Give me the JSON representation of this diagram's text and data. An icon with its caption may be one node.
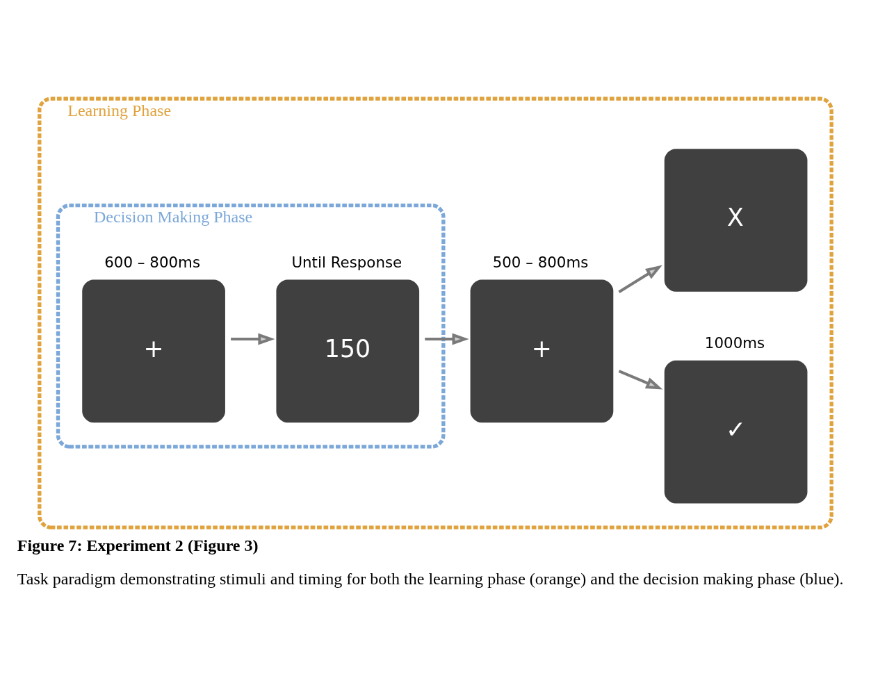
{
  "diagram": {
    "title": "Figure 7: Experiment 2 (Figure 3)",
    "caption": "Task paradigm demonstrating stimuli and timing for both the learning phase (orange) and the decision making phase (blue).",
    "nodes": [
      {
        "text": [
          "Learning Phase"
        ]
      },
      {
        "text": [
          "Decision Making Phase"
        ],
        "in": 0
      },
      {
        "text": [
          "+"
        ],
        "beside": [
          "600 – 800ms"
        ],
        "in": 1
      },
      {
        "text": [
          "150"
        ],
        "beside": [
          "Until Response"
        ],
        "in": 1
      },
      {
        "text": [
          "+"
        ],
        "beside": [
          "500 – 800ms"
        ],
        "in": 0
      },
      {
        "text": [
          "✓"
        ],
        "beside": [
          "1000ms"
        ],
        "in": 0
      },
      {
        "text": [
          "X"
        ],
        "in": 0
      }
    ],
    "edges": [
      {
        "from": 2,
        "to": 3,
        "arrow": "to"
      },
      {
        "from": 3,
        "to": 4,
        "arrow": "to"
      },
      {
        "from": 4,
        "to": 5,
        "arrow": "to"
      },
      {
        "from": 4,
        "to": 6,
        "arrow": "to"
      }
    ]
  }
}
